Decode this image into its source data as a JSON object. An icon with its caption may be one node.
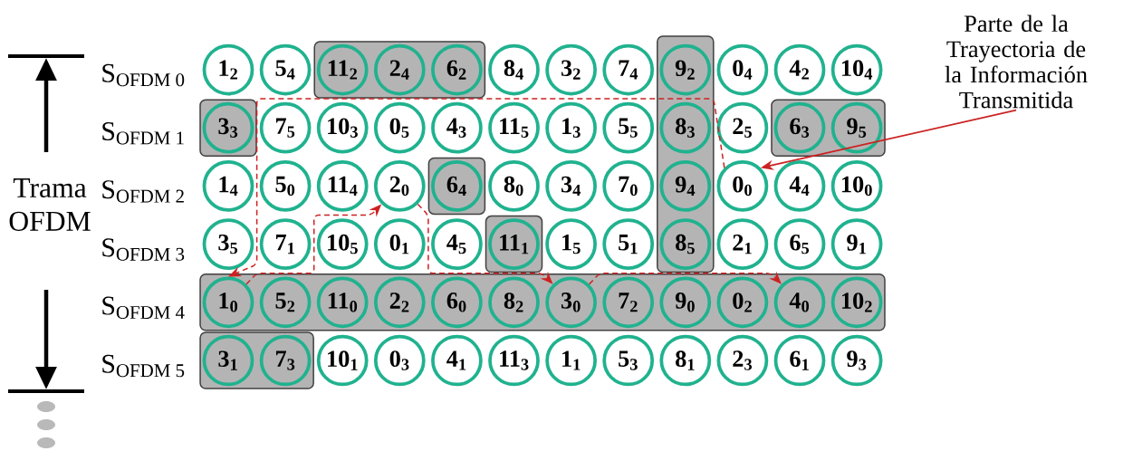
{
  "diagram": {
    "nodes": [
      {
        "text": [],
        "shape": "box"
      },
      {
        "text": [],
        "shape": "box"
      },
      {
        "text": [],
        "shape": "box"
      },
      {
        "text": [],
        "shape": "box"
      },
      {
        "text": [],
        "shape": "box"
      },
      {
        "text": [],
        "shape": "box"
      },
      {
        "text": [],
        "shape": "box"
      },
      {
        "text": [],
        "shape": "box"
      },
      {
        "text": [
          "1$_{2}$"
        ]
      },
      {
        "text": [
          "5$_{4}$"
        ]
      },
      {
        "text": [
          "11$_{2}$"
        ],
        "in": 0
      },
      {
        "text": [
          "2$_{4}$"
        ],
        "in": 0
      },
      {
        "text": [
          "6$_{2}$"
        ],
        "in": 0
      },
      {
        "text": [
          "8$_{4}$"
        ]
      },
      {
        "text": [
          "3$_{2}$"
        ]
      },
      {
        "text": [
          "7$_{4}$"
        ]
      },
      {
        "text": [
          "9$_{2}$"
        ],
        "in": 1
      },
      {
        "text": [
          "0$_{4}$"
        ]
      },
      {
        "text": [
          "4$_{2}$"
        ]
      },
      {
        "text": [
          "10$_{4}$"
        ]
      },
      {
        "text": [
          "3$_{3}$"
        ],
        "in": 2
      },
      {
        "text": [
          "7$_{5}$"
        ]
      },
      {
        "text": [
          "10$_{3}$"
        ]
      },
      {
        "text": [
          "0$_{5}$"
        ]
      },
      {
        "text": [
          "4$_{3}$"
        ]
      },
      {
        "text": [
          "11$_{5}$"
        ]
      },
      {
        "text": [
          "1$_{3}$"
        ]
      },
      {
        "text": [
          "5$_{5}$"
        ]
      },
      {
        "text": [
          "8$_{3}$"
        ],
        "in": 1
      },
      {
        "text": [
          "2$_{5}$"
        ]
      },
      {
        "text": [
          "6$_{3}$"
        ],
        "in": 3
      },
      {
        "text": [
          "9$_{5}$"
        ],
        "in": 3
      },
      {
        "text": [
          "1$_{4}$"
        ]
      },
      {
        "text": [
          "5$_{0}$"
        ]
      },
      {
        "text": [
          "11$_{4}$"
        ]
      },
      {
        "text": [
          "2$_{0}$"
        ]
      },
      {
        "text": [
          "6$_{4}$"
        ],
        "in": 4
      },
      {
        "text": [
          "8$_{0}$"
        ]
      },
      {
        "text": [
          "3$_{4}$"
        ]
      },
      {
        "text": [
          "7$_{0}$"
        ]
      },
      {
        "text": [
          "9$_{4}$"
        ],
        "in": 1
      },
      {
        "text": [
          "0$_{0}$"
        ]
      },
      {
        "text": [
          "4$_{4}$"
        ]
      },
      {
        "text": [
          "10$_{0}$"
        ]
      },
      {
        "text": [
          "3$_{5}$"
        ]
      },
      {
        "text": [
          "7$_{1}$"
        ]
      },
      {
        "text": [
          "10$_{5}$"
        ]
      },
      {
        "text": [
          "0$_{1}$"
        ]
      },
      {
        "text": [
          "4$_{5}$"
        ]
      },
      {
        "text": [
          "11$_{1}$"
        ],
        "in": 5
      },
      {
        "text": [
          "1$_{5}$"
        ]
      },
      {
        "text": [
          "5$_{1}$"
        ]
      },
      {
        "text": [
          "8$_{5}$"
        ],
        "in": 1
      },
      {
        "text": [
          "2$_{1}$"
        ]
      },
      {
        "text": [
          "6$_{5}$"
        ]
      },
      {
        "text": [
          "9$_{1}$"
        ]
      },
      {
        "text": [
          "1$_{0}$"
        ],
        "in": 6
      },
      {
        "text": [
          "5$_{2}$"
        ],
        "in": 6
      },
      {
        "text": [
          "11$_{0}$"
        ],
        "in": 6
      },
      {
        "text": [
          "2$_{2}$"
        ],
        "in": 6
      },
      {
        "text": [
          "6$_{0}$"
        ],
        "in": 6
      },
      {
        "text": [
          "8$_{2}$"
        ],
        "in": 6
      },
      {
        "text": [
          "3$_{0}$"
        ],
        "in": 6
      },
      {
        "text": [
          "7$_{2}$"
        ],
        "in": 6
      },
      {
        "text": [
          "9$_{0}$"
        ],
        "in": 6
      },
      {
        "text": [
          "0$_{2}$"
        ],
        "in": 6
      },
      {
        "text": [
          "4$_{0}$"
        ],
        "in": 6
      },
      {
        "text": [
          "10$_{2}$"
        ],
        "in": 6
      },
      {
        "text": [
          "3$_{1}$"
        ],
        "in": 7
      },
      {
        "text": [
          "7$_{3}$"
        ],
        "in": 7
      },
      {
        "text": [
          "10$_{1}$"
        ]
      },
      {
        "text": [
          "0$_{3}$"
        ]
      },
      {
        "text": [
          "4$_{1}$"
        ]
      },
      {
        "text": [
          "11$_{3}$"
        ]
      },
      {
        "text": [
          "1$_{1}$"
        ]
      },
      {
        "text": [
          "5$_{3}$"
        ]
      },
      {
        "text": [
          "8$_{1}$"
        ]
      },
      {
        "text": [
          "2$_{3}$"
        ]
      },
      {
        "text": [
          "6$_{1}$"
        ]
      },
      {
        "text": [
          "9$_{3}$"
        ]
      },
      {
        "text": [
          "Parte de la Trayectoria de la Información Transmitida"
        ]
      }
    ],
    "edges": [
      {
        "from": 41,
        "to": 56,
        "arrow": "to",
        "style": "dashed"
      },
      {
        "from": 56,
        "to": 35,
        "arrow": "to",
        "style": "dashed"
      },
      {
        "from": 35,
        "to": 62,
        "arrow": "to",
        "style": "dashed"
      },
      {
        "from": 62,
        "to": 66,
        "arrow": "to",
        "style": "dashed"
      },
      {
        "from": 80,
        "to": 41,
        "arrow": "to"
      }
    ],
    "labels": [
      "S$_{OFDM 0}$",
      "S$_{OFDM 1}$",
      "Trama OFDM",
      "S$_{OFDM 2}$",
      "S$_{OFDM 3}$",
      "S$_{OFDM 4}$",
      "S$_{OFDM 5}$"
    ]
  }
}
